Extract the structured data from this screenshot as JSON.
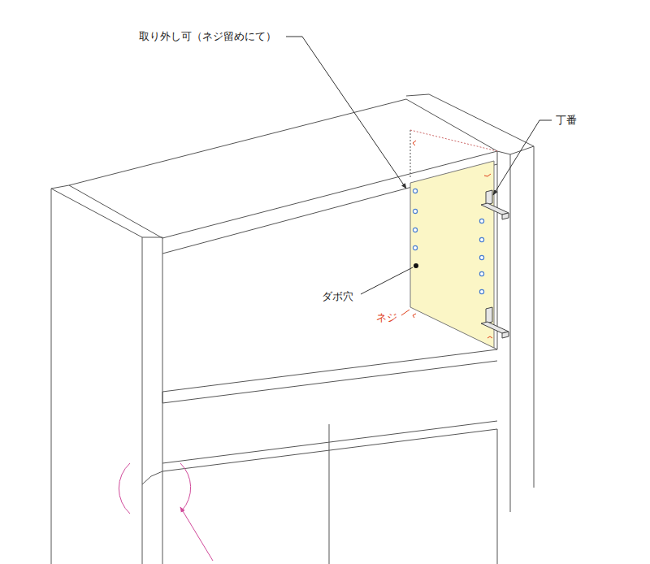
{
  "diagram": {
    "labels": [
      "取り外し可（ネジ留めにて）",
      "丁番",
      "ダボ穴",
      "ネジ"
    ]
  }
}
